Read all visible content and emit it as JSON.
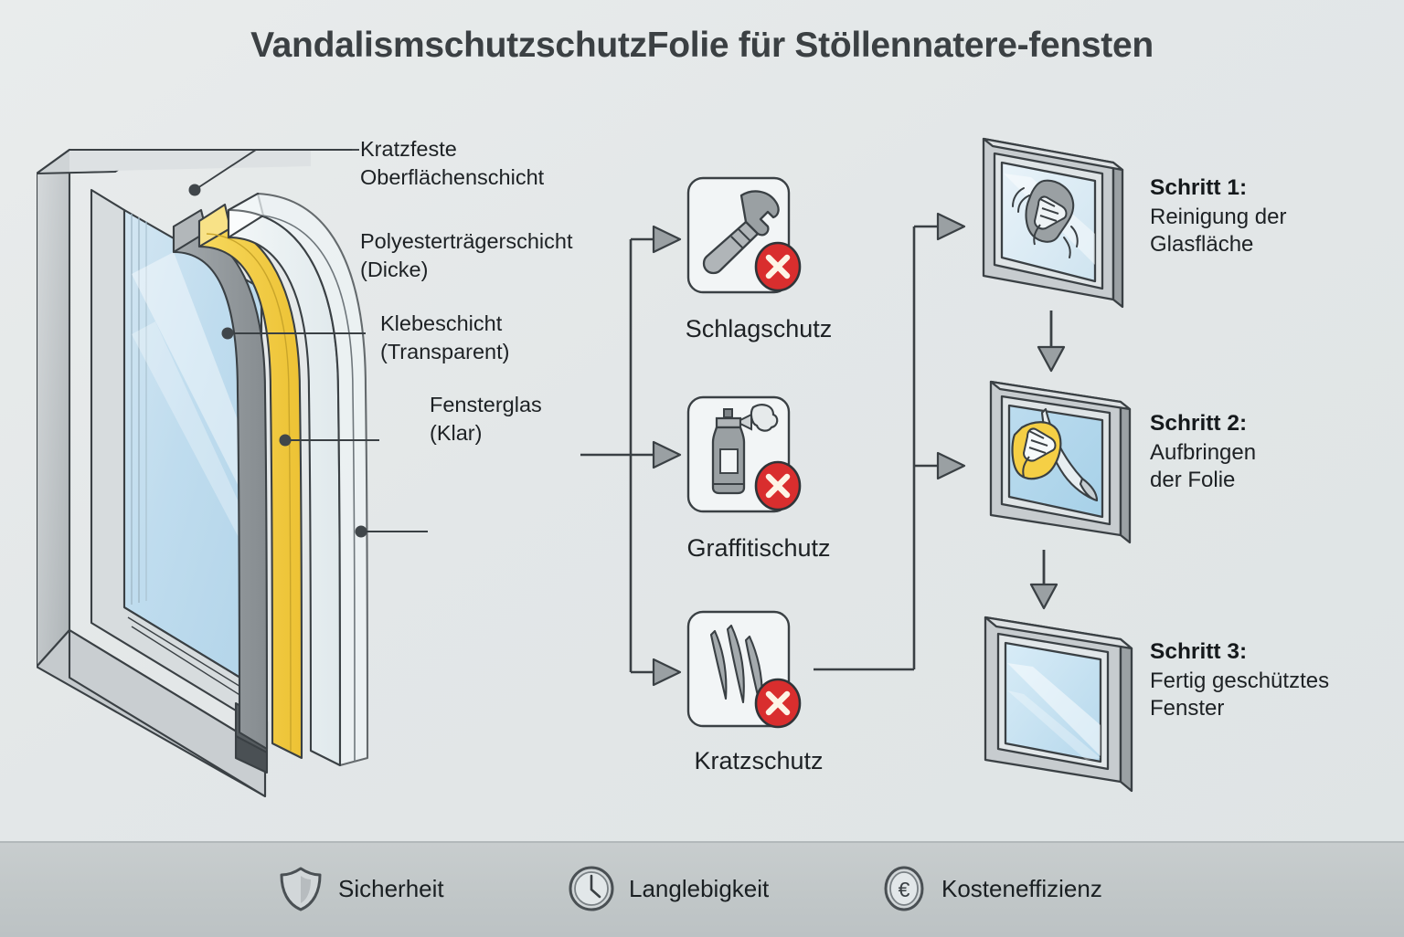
{
  "title": "VandalismschutzschutzFolie  für Stöllennatere-fensten",
  "colors": {
    "background": "#e6eaea",
    "footer": "#c3c8ca",
    "film_yellow": "#f5cf45",
    "glass_blue": "#bfdcee",
    "frame_gray": "#b9bec1",
    "adhesive_gray": "#8e9396",
    "badge_red": "#d92e2e",
    "line_dark": "#3a4044",
    "text_dark": "#1d2124"
  },
  "diagram": {
    "name": "window-cross-section",
    "layers": [
      {
        "id": "scratch-layer",
        "label": "Kratzfeste\nOberflächenschicht"
      },
      {
        "id": "polyester-layer",
        "label": "Polyesterträgerschicht\n(Dicke)"
      },
      {
        "id": "adhesive-layer",
        "label": "Klebeschicht\n(Transparent)"
      },
      {
        "id": "glass-layer",
        "label": "Fensterglas\n(Klar)"
      }
    ]
  },
  "protections": [
    {
      "id": "impact",
      "icon": "hammer-icon",
      "label": "Schlagschutz",
      "badge": "cross-badge-icon"
    },
    {
      "id": "graffiti",
      "icon": "spray-can-icon",
      "label": "Graffitischutz",
      "badge": "cross-badge-icon"
    },
    {
      "id": "scratch",
      "icon": "scratches-icon",
      "label": "Kratzschutz",
      "badge": "cross-badge-icon"
    }
  ],
  "steps": [
    {
      "id": "step-1",
      "head": "Schritt 1:",
      "body": "Reinigung der\nGlasfläche",
      "icon": "window-cleaning-icon"
    },
    {
      "id": "step-2",
      "head": "Schritt 2:",
      "body": "Aufbringen\nder Folie",
      "icon": "window-film-apply-icon"
    },
    {
      "id": "step-3",
      "head": "Schritt 3:",
      "body": "Fertig geschütztes\nFenster",
      "icon": "window-finished-icon"
    }
  ],
  "footer": {
    "items": [
      {
        "id": "security",
        "icon": "shield-icon",
        "label": "Sicherheit"
      },
      {
        "id": "durability",
        "icon": "clock-icon",
        "label": "Langlebigkeit"
      },
      {
        "id": "cost",
        "icon": "euro-icon",
        "label": "Kosteneffizienz"
      }
    ]
  }
}
